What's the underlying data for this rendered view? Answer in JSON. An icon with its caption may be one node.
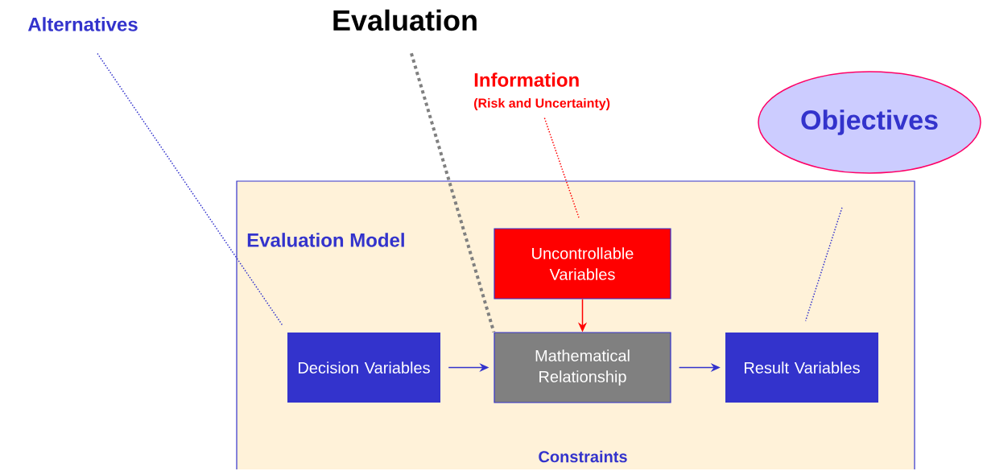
{
  "diagram": {
    "nodes": [
      {
        "text": [
          "Alternatives"
        ]
      },
      {
        "text": [
          "Evaluation"
        ]
      },
      {
        "text": [
          "Information",
          "(Risk and Uncertainty)"
        ]
      },
      {
        "text": [
          "Objectives"
        ]
      },
      {
        "text": [
          "Evaluation Model",
          "Constraints"
        ]
      },
      {
        "text": [
          "Uncontrollable Variables"
        ],
        "in": 4
      },
      {
        "text": [
          "Decision Variables"
        ],
        "in": 4
      },
      {
        "text": [
          "Mathematical Relationship"
        ],
        "in": 4
      },
      {
        "text": [
          "Result Variables"
        ],
        "in": 4
      }
    ],
    "edges": [
      {
        "from": 0,
        "to": 6,
        "arrow": "none",
        "style": "dashed"
      },
      {
        "from": 1,
        "to": 7,
        "arrow": "none",
        "style": "dashed",
        "color": "#808080"
      },
      {
        "from": 2,
        "to": 5,
        "arrow": "none",
        "style": "dashed",
        "color": "#ff0000"
      },
      {
        "from": 3,
        "to": 8,
        "arrow": "none",
        "style": "dashed"
      },
      {
        "from": 5,
        "to": 7,
        "arrow": "to",
        "color": "#ff0000"
      },
      {
        "from": 6,
        "to": 7,
        "arrow": "to"
      },
      {
        "from": 7,
        "to": 8,
        "arrow": "to"
      }
    ]
  }
}
